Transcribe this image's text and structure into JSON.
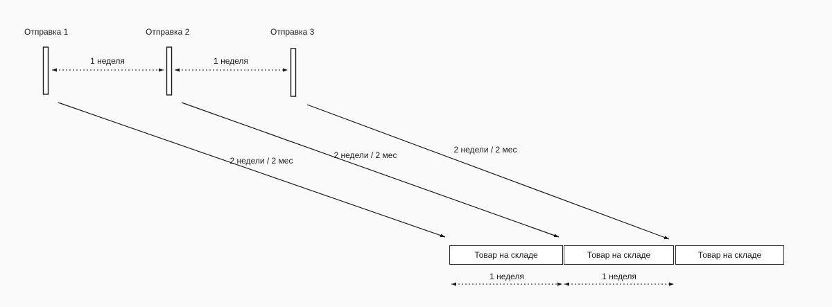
{
  "diagram": {
    "shipments": [
      {
        "label": "Отправка 1"
      },
      {
        "label": "Отправка 2"
      },
      {
        "label": "Отправка 3"
      }
    ],
    "top_intervals": [
      {
        "label": "1 неделя"
      },
      {
        "label": "1 неделя"
      }
    ],
    "transit_arrows": [
      {
        "label": "2 недели / 2 мес"
      },
      {
        "label": "2 недели / 2 мес"
      },
      {
        "label": "2 недели / 2 мес"
      }
    ],
    "warehouse_boxes": [
      {
        "label": "Товар на складе"
      },
      {
        "label": "Товар на складе"
      },
      {
        "label": "Товар на складе"
      }
    ],
    "bottom_intervals": [
      {
        "label": "1 неделя"
      },
      {
        "label": "1 неделя"
      }
    ]
  },
  "colors": {
    "background": "#fafafa",
    "line": "#1a1a1a",
    "text": "#1a1a1a",
    "box_border": "#2b2b2b",
    "box_fill": "#ffffff"
  }
}
